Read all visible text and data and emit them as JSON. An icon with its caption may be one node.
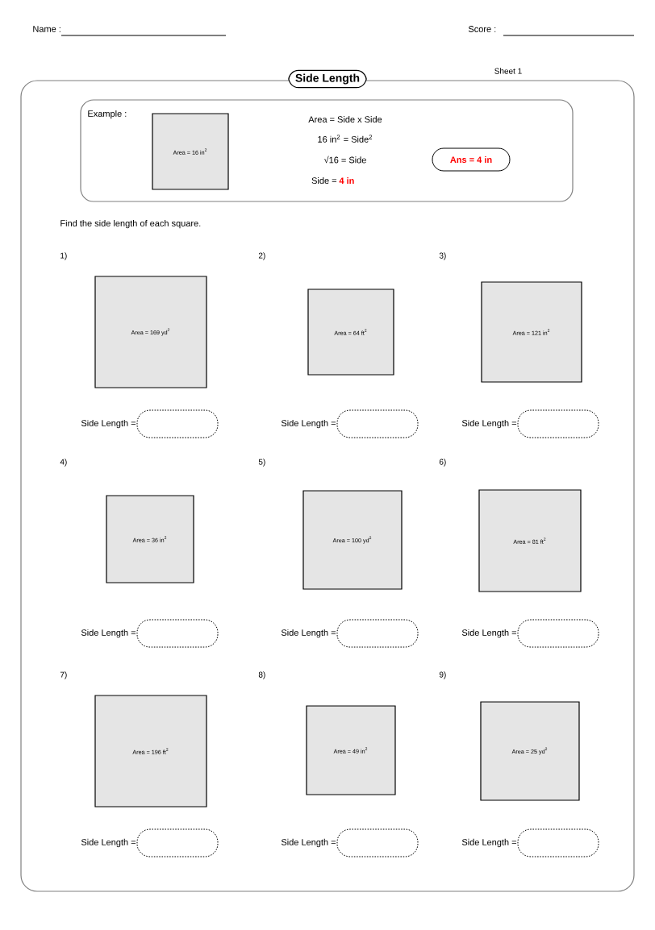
{
  "diagram": {
    "nodes": [
      {
        "text": [
          "Side Length"
        ]
      },
      {
        "text": [
          "Example :",
          "Area = Side x Side",
          "16 in$^{2}$ = Side$^{2}$",
          "√16 = Side",
          "Side =",
          "4 in"
        ],
        "in": 0
      },
      {
        "text": [
          "Area = 16 in$^{2}$"
        ],
        "in": 1
      },
      {
        "text": [
          "Ans = 4 in"
        ],
        "in": 1
      },
      {
        "text": [
          "Area = 169 yd$^{2}$"
        ],
        "in": 0
      },
      {
        "text": [],
        "shape": "box",
        "beside": [
          "Side Length ="
        ],
        "in": 0
      },
      {
        "text": [
          "Area = 64 ft$^{2}$"
        ],
        "in": 0
      },
      {
        "text": [],
        "shape": "box",
        "beside": [
          "Side Length ="
        ],
        "in": 0
      },
      {
        "text": [
          "Area = 121 in$^{2}$"
        ],
        "in": 0
      },
      {
        "text": [],
        "shape": "box",
        "beside": [
          "Side Length ="
        ],
        "in": 0
      },
      {
        "text": [
          "Area = 36 in$^{2}$"
        ],
        "in": 0
      },
      {
        "text": [],
        "shape": "box",
        "beside": [
          "Side Length ="
        ],
        "in": 0
      },
      {
        "text": [
          "Area = 100 yd$^{2}$"
        ],
        "in": 0
      },
      {
        "text": [],
        "shape": "box",
        "beside": [
          "Side Length ="
        ],
        "in": 0
      },
      {
        "text": [
          "Area = 81 ft$^{2}$"
        ],
        "in": 0
      },
      {
        "text": [],
        "shape": "box",
        "beside": [
          "Side Length ="
        ],
        "in": 0
      },
      {
        "text": [
          "Area = 196 ft$^{2}$"
        ],
        "in": 0
      },
      {
        "text": [],
        "shape": "box",
        "beside": [
          "Side Length ="
        ],
        "in": 0
      },
      {
        "text": [
          "Area = 49 in$^{2}$"
        ],
        "in": 0
      },
      {
        "text": [],
        "shape": "box",
        "beside": [
          "Side Length ="
        ],
        "in": 0
      },
      {
        "text": [
          "Area = 25 yd$^{2}$"
        ],
        "in": 0
      },
      {
        "text": [],
        "shape": "box",
        "beside": [
          "Side Length ="
        ],
        "in": 0
      }
    ],
    "edges": [],
    "labels": [
      "Name :",
      "Score :",
      "Sheet 1",
      "Find the side length of each square.",
      "1)",
      "2)",
      "3)",
      "4)",
      "5)",
      "6)",
      "7)",
      "8)",
      "9)"
    ]
  }
}
